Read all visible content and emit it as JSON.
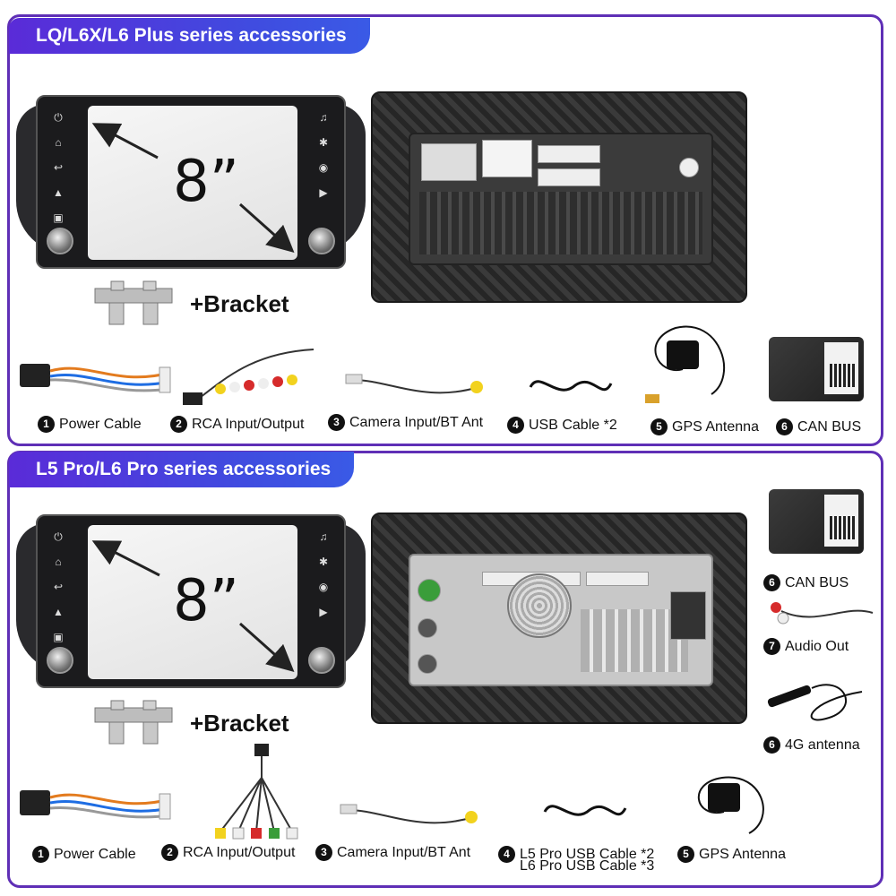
{
  "colors": {
    "frame": "#5f2fb6",
    "title_bg_start": "#5a2bd8",
    "title_bg_end": "#3a5ae6"
  },
  "top": {
    "title": "LQ/L6X/L6 Plus series accessories",
    "screen_size": "8”",
    "bracket_label": "+Bracket",
    "accessories": [
      {
        "num": "1",
        "label": "Power Cable"
      },
      {
        "num": "2",
        "label": "RCA Input/Output"
      },
      {
        "num": "3",
        "label": "Camera Input/BT Ant"
      },
      {
        "num": "4",
        "label": "USB Cable *2"
      },
      {
        "num": "5",
        "label": "GPS Antenna"
      },
      {
        "num": "6",
        "label": "CAN BUS"
      }
    ]
  },
  "bottom": {
    "title": "L5 Pro/L6 Pro series accessories",
    "screen_size": "8”",
    "bracket_label": "+Bracket",
    "side_accessories": [
      {
        "num": "6",
        "label": "CAN BUS"
      },
      {
        "num": "7",
        "label": "Audio Out"
      },
      {
        "num": "6",
        "label": "4G antenna"
      }
    ],
    "accessories": [
      {
        "num": "1",
        "label": "Power Cable"
      },
      {
        "num": "2",
        "label": "RCA Input/Output"
      },
      {
        "num": "3",
        "label": "Camera Input/BT Ant"
      },
      {
        "num": "4",
        "label": "L5 Pro USB Cable *2",
        "label2": "L6 Pro USB Cable *3"
      },
      {
        "num": "5",
        "label": "GPS Antenna"
      }
    ]
  }
}
